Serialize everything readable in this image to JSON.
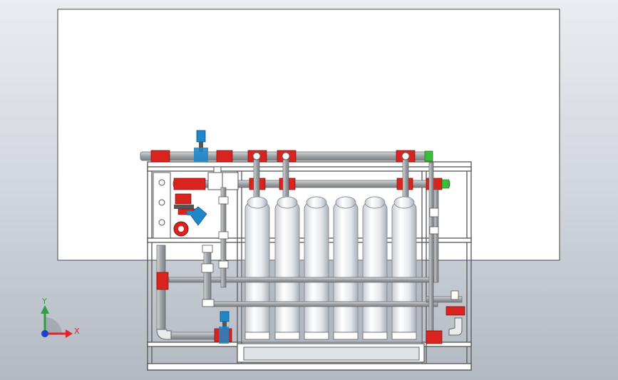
{
  "viewport": {
    "background_top": "#e9ecf0",
    "background_bottom": "#b3b9c2",
    "sheet_color": "#ffffff"
  },
  "triad": {
    "x_label": "X",
    "y_label": "Y",
    "x_color": "#e0262a",
    "y_color": "#2ea043",
    "z_color": "#1f3fd1"
  },
  "colors": {
    "pipe": "#a9adb0",
    "flange": "#d9231e",
    "actuator": "#1f86c9",
    "green_cap": "#3bbf3b",
    "frame": "#555555",
    "vessel": "#eef1f4"
  },
  "model": {
    "membrane_vessel_count": 6
  }
}
